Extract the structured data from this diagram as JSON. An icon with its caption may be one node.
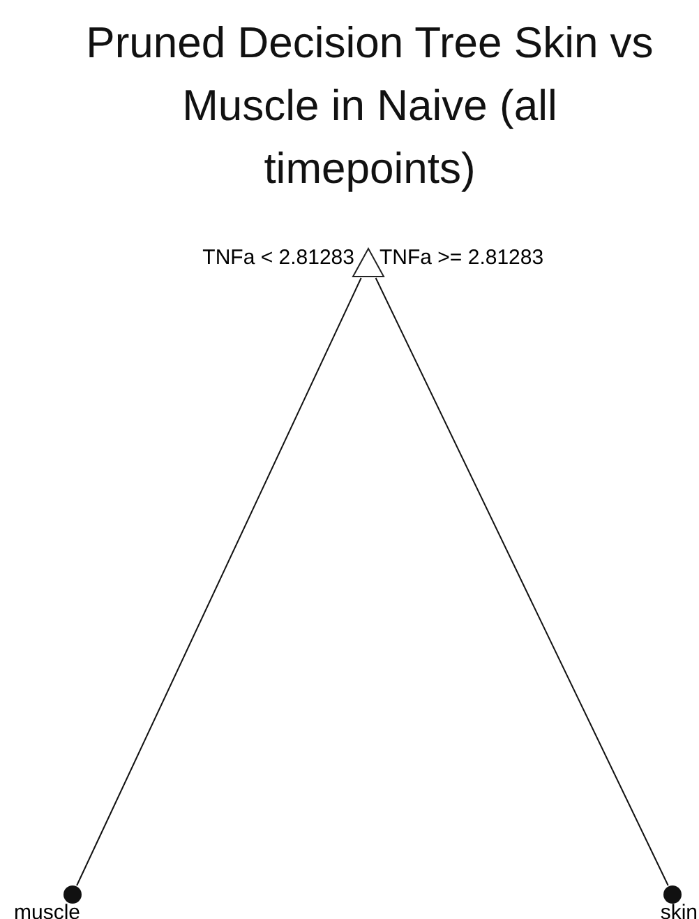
{
  "diagram": {
    "title": "Pruned Decision Tree Skin vs Muscle in Naive (all timepoints)",
    "nodes": [
      {
        "text": [],
        "shape": "triangle",
        "beside": [
          "TNFa < 2.81283",
          "TNFa >= 2.81283"
        ]
      },
      {
        "text": [
          "muscle"
        ]
      },
      {
        "text": [
          "skin"
        ]
      }
    ],
    "edges": [
      {
        "from": 0,
        "to": 1,
        "arrow": "none"
      },
      {
        "from": 0,
        "to": 2,
        "arrow": "none"
      }
    ]
  }
}
